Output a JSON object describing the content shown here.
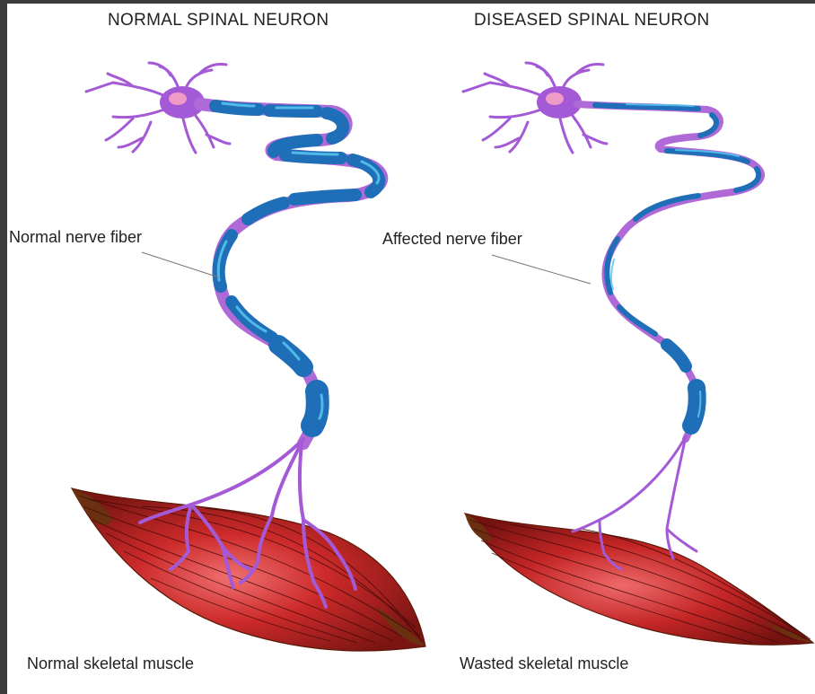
{
  "titles": {
    "normal": "NORMAL SPINAL NEURON",
    "diseased": "DISEASED SPINAL NEURON"
  },
  "labels": {
    "normal_fiber": "Normal nerve fiber",
    "affected_fiber": "Affected nerve fiber",
    "normal_muscle": "Normal skeletal muscle",
    "wasted_muscle": "Wasted skeletal muscle"
  },
  "colors": {
    "neuron": "#a45ad6",
    "nucleus": "#f09ac8",
    "myelin": "#1f6fb8",
    "myelin_highlight": "#58c8f0",
    "muscle": "#c8282a",
    "muscle_tip": "#6a3010",
    "background_frame": "#3b3b3b"
  }
}
